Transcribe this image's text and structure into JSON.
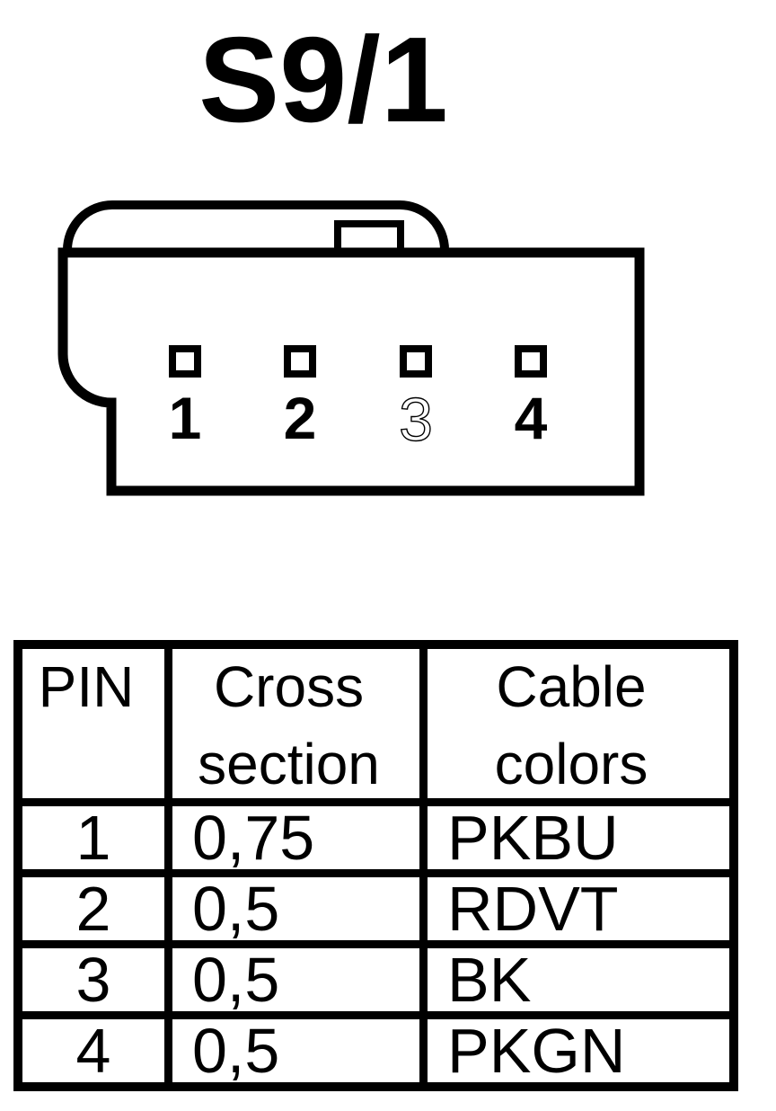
{
  "title": "S9/1",
  "colors": {
    "ink": "#000000",
    "paper": "#ffffff"
  },
  "connector": {
    "pins": [
      {
        "label": "1",
        "style": "solid"
      },
      {
        "label": "2",
        "style": "solid"
      },
      {
        "label": "3",
        "style": "outline"
      },
      {
        "label": "4",
        "style": "solid"
      }
    ]
  },
  "table": {
    "headers": {
      "pin": "PIN",
      "cross_section": "Cross section",
      "cable_colors": "Cable colors"
    },
    "rows": [
      {
        "pin": "1",
        "cross_section": "0,75",
        "cable_colors": "PKBU"
      },
      {
        "pin": "2",
        "cross_section": "0,5",
        "cable_colors": "RDVT"
      },
      {
        "pin": "3",
        "cross_section": "0,5",
        "cable_colors": "BK"
      },
      {
        "pin": "4",
        "cross_section": "0,5",
        "cable_colors": "PKGN"
      }
    ]
  }
}
